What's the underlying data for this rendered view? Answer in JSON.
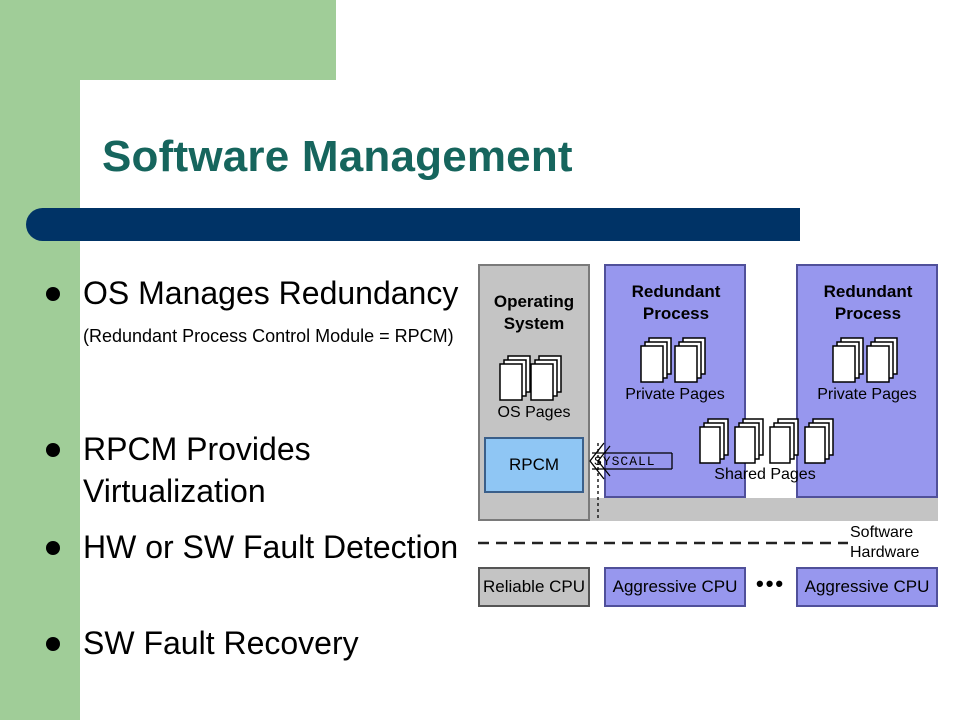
{
  "slide": {
    "title": "Software Management",
    "bullets": [
      {
        "text": "OS Manages Redundancy",
        "sub": "(Redundant Process Control Module = RPCM)"
      },
      {
        "text": "RPCM Provides Virtualization"
      },
      {
        "text": "HW or SW Fault Detection"
      },
      {
        "text": "SW Fault Recovery"
      }
    ]
  },
  "diagram": {
    "os_label": "Operating System",
    "os_pages": "OS Pages",
    "process_label": "Redundant Process",
    "private_pages": "Private Pages",
    "shared_pages": "Shared Pages",
    "rpcm": "RPCM",
    "syscall": "SYSCALL",
    "software": "Software",
    "hardware": "Hardware",
    "cpu_reliable": "Reliable CPU",
    "cpu_aggressive": "Aggressive CPU",
    "ellipsis": "•••"
  },
  "colors": {
    "green": "#a0cd98",
    "title": "#16655d",
    "bar": "#003366",
    "process": "#9797ee",
    "os": "#c4c4c4",
    "rpcm": "#8fc6f4"
  }
}
